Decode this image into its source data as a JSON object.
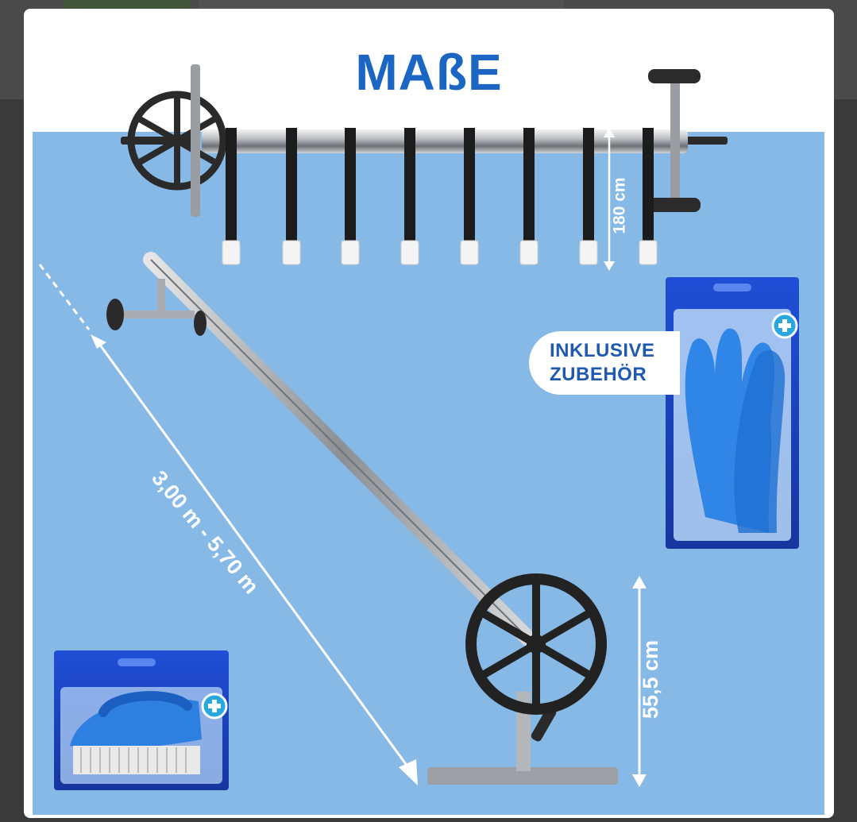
{
  "header": {
    "title": "MAßE"
  },
  "accessories_badge": {
    "line1": "INKLUSIVE",
    "line2": "ZUBEHÖR"
  },
  "dimensions": {
    "strap_length": "180 cm",
    "telescope_length": "3,00 m - 5,70 m",
    "stand_height": "55,5 cm"
  },
  "colors": {
    "title": "#1a66c2",
    "panel": "#86b9e6",
    "box": "#1d4fd8",
    "plus_badge": "#29a8e0"
  },
  "icons": {
    "glove_plus": "plus-icon",
    "brush_plus": "plus-icon"
  }
}
